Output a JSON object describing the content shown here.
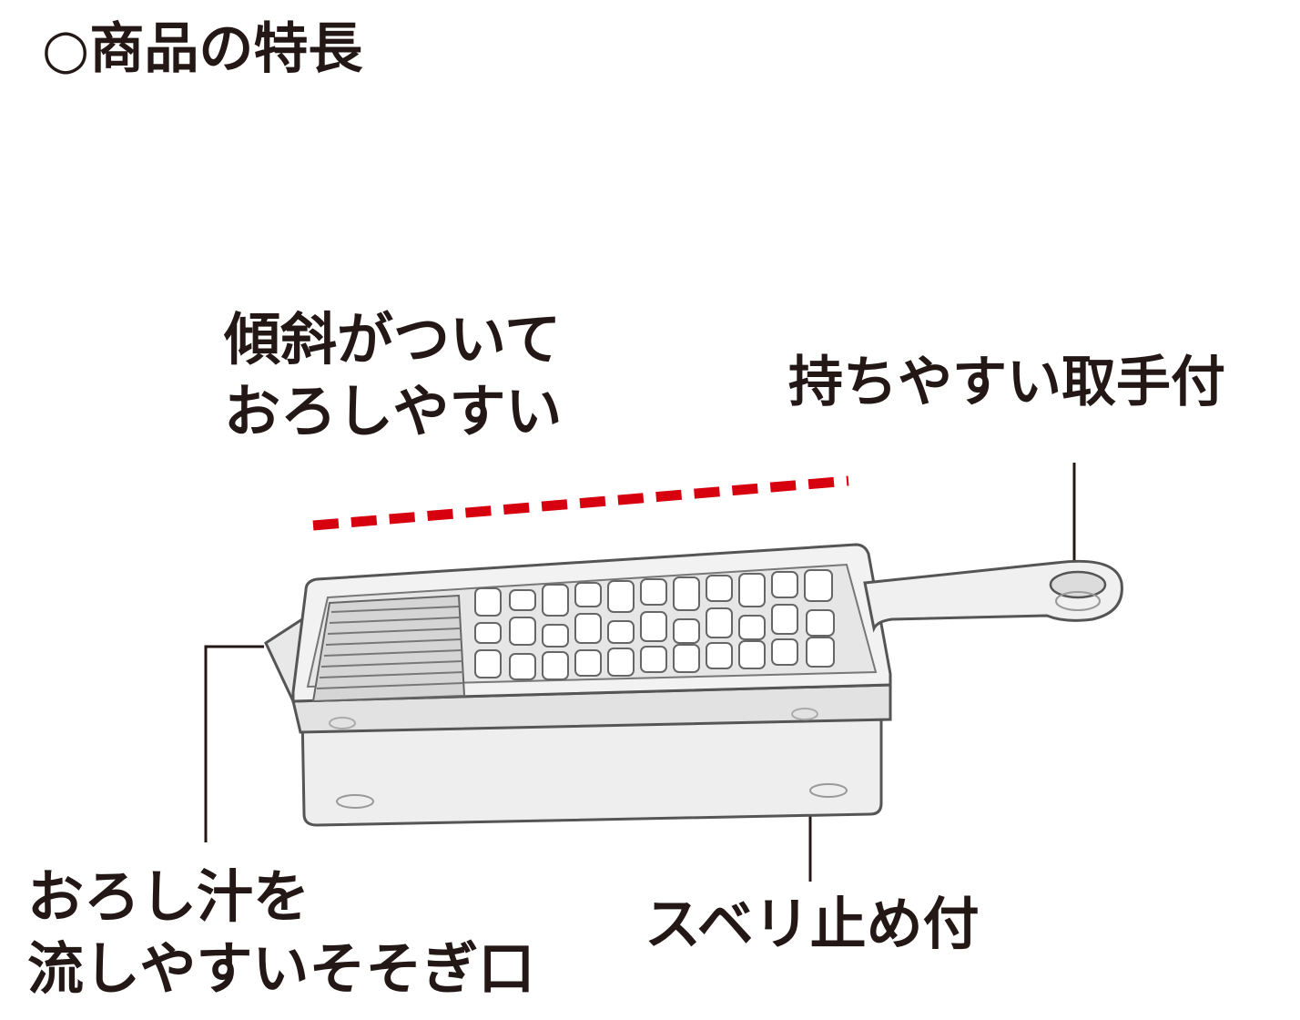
{
  "title": "○商品の特長",
  "features": {
    "slope": [
      "傾斜がついて",
      "おろしやすい"
    ],
    "handle": "持ちやすい取手付",
    "spout": [
      "おろし汁を",
      "流しやすいそそぎ口"
    ],
    "nonslip": "スベリ止め付"
  },
  "colors": {
    "text": "#231815",
    "slope_line": "#d7000f",
    "product_outline": "#555555"
  },
  "icons": [
    "grater-illustration"
  ]
}
